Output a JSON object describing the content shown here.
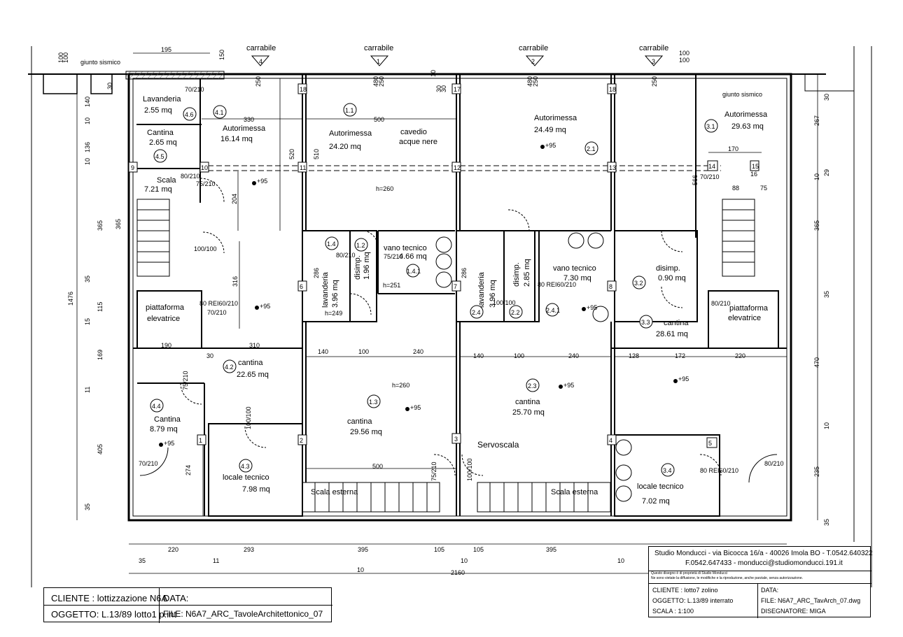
{
  "rooms": [
    {
      "id": "r-lavanderia-46",
      "name": "Lavanderia",
      "area": "2.55 mq",
      "code": "4.6"
    },
    {
      "id": "r-cantina-45",
      "name": "Cantina",
      "area": "2.65 mq",
      "code": "4.5"
    },
    {
      "id": "r-scala",
      "name": "Scala",
      "area": "7.21 mq",
      "code": ""
    },
    {
      "id": "r-autorimessa-41",
      "name": "Autorimessa",
      "area": "16.14 mq",
      "code": "4.1"
    },
    {
      "id": "r-autorimessa-11",
      "name": "Autorimessa",
      "area": "24.20 mq",
      "code": "1.1"
    },
    {
      "id": "r-autorimessa-21",
      "name": "Autorimessa",
      "area": "24.49 mq",
      "code": "2.1"
    },
    {
      "id": "r-autorimessa-31",
      "name": "Autorimessa",
      "area": "29.63 mq",
      "code": "3.1"
    },
    {
      "id": "r-lavanderia-14",
      "name": "lavanderia",
      "area": "3.96 mq",
      "code": "1.4"
    },
    {
      "id": "r-disimp-12",
      "name": "disimp.",
      "area": "1.96 mq",
      "code": "1.2"
    },
    {
      "id": "r-vano-141",
      "name": "vano tecnico",
      "area": "4.66 mq",
      "code": "1.4.1"
    },
    {
      "id": "r-lavanderia-24",
      "name": "lavanderia",
      "area": "3.96 mq",
      "code": "2.4"
    },
    {
      "id": "r-disimp-22",
      "name": "disimp.",
      "area": "2.85 mq",
      "code": "2.2"
    },
    {
      "id": "r-vano-241",
      "name": "vano tecnico",
      "area": "7.30 mq",
      "code": "2.4.1"
    },
    {
      "id": "r-disimp-32",
      "name": "disimp.",
      "area": "0.90 mq",
      "code": "3.2"
    },
    {
      "id": "r-piatt-left",
      "name": "piattaforma elevatrice",
      "area": "",
      "code": ""
    },
    {
      "id": "r-piatt-right",
      "name": "piattaforma elevatrice",
      "area": "",
      "code": ""
    },
    {
      "id": "r-cantina-42",
      "name": "cantina",
      "area": "22.65 mq",
      "code": "4.2"
    },
    {
      "id": "r-cantina-44",
      "name": "Cantina",
      "area": "8.79 mq",
      "code": "4.4"
    },
    {
      "id": "r-locale-43",
      "name": "locale tecnico",
      "area": "7.98 mq",
      "code": "4.3"
    },
    {
      "id": "r-cantina-13",
      "name": "cantina",
      "area": "29.56 mq",
      "code": "1.3"
    },
    {
      "id": "r-cantina-23",
      "name": "cantina",
      "area": "25.70 mq",
      "code": "2.3"
    },
    {
      "id": "r-cantina-33",
      "name": "cantina",
      "area": "28.61 mq",
      "code": "3.3"
    },
    {
      "id": "r-locale-34",
      "name": "locale tecnico",
      "area": "7.02 mq",
      "code": "3.4"
    }
  ],
  "labels": {
    "carrabile": "carrabile",
    "cavedio_1": "cavedio",
    "cavedio_2": "acque nere",
    "giunto_left": "giunto sismico",
    "giunto_right": "giunto sismico",
    "h260": "h=260",
    "h251": "h=251",
    "h249": "h=249",
    "servoscala": "Servoscala",
    "scala_esterna": "Scala esterna",
    "level": "+95"
  },
  "ramp_numbers": [
    "4",
    "1",
    "2",
    "3"
  ],
  "column_numbers": [
    "18",
    "17",
    "18",
    "11",
    "12",
    "13",
    "14",
    "6",
    "7",
    "8",
    "1",
    "2",
    "3",
    "4",
    "5",
    "9",
    "10",
    "15",
    "16"
  ],
  "dims_top": [
    "195",
    "150",
    "100",
    "100",
    "100",
    "100",
    "30",
    "480",
    "250",
    "250",
    "480",
    "250",
    "250",
    "30",
    "10",
    "30"
  ],
  "dims_interior": [
    "330",
    "500",
    "520",
    "510",
    "566",
    "204",
    "365",
    "316",
    "286",
    "286",
    "170",
    "88",
    "75",
    "190",
    "310",
    "30",
    "140",
    "100",
    "240",
    "140",
    "100",
    "240",
    "128",
    "172",
    "220",
    "500",
    "274",
    "h=260"
  ],
  "dims_left": [
    "1476",
    "140",
    "10",
    "136",
    "10",
    "365",
    "35",
    "115",
    "15",
    "169",
    "11",
    "405",
    "35"
  ],
  "dims_right": [
    "30",
    "267",
    "29",
    "10",
    "365",
    "35",
    "470",
    "10",
    "235",
    "35"
  ],
  "dims_bottom": [
    "220",
    "293",
    "395",
    "105",
    "105",
    "395",
    "35",
    "11",
    "10",
    "10",
    "10",
    "2160"
  ],
  "door_sizes": [
    "70/210",
    "80/210",
    "75/210",
    "100/100",
    "80 REI60/210"
  ],
  "title_block_left": {
    "cliente_label": "CLIENTE : lottizzazione N6A",
    "oggetto_label": "OGGETTO: L.13/89 lotto1 p.int",
    "data_label": "DATA:",
    "file_label": "FILE: N6A7_ARC_TavoleArchitettonico_07"
  },
  "title_block_right": {
    "studio_line1": "Studio Monducci - via Bicocca 16/a - 40026 Imola BO - T.0542.640322",
    "studio_line2": "F.0542.647433 - monducci@studiomonducci.191.it",
    "disclaimer_1": "Questo disegno è di proprietà di Studio Monducci",
    "disclaimer_2": "Ne sono vietate la diffusione, le modifiche e la riproduzione, anche parziale, senza autorizzazione.",
    "cliente": "CLIENTE : lotto7 zolino",
    "oggetto": "OGGETTO: L.13/89 interrato",
    "scala": "SCALA : 1:100",
    "data": "DATA:",
    "file": "FILE: N6A7_ARC_TavArch_07.dwg",
    "disegnatore": "DISEGNATORE: MIGA"
  },
  "colors": {
    "line": "#000000",
    "hatch": "#555555",
    "paper": "#ffffff"
  }
}
